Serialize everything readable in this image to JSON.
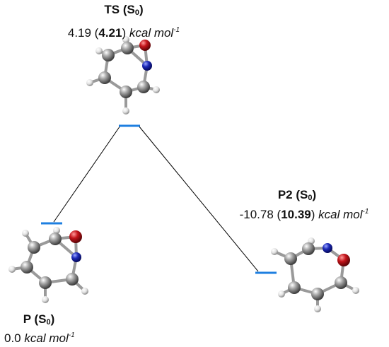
{
  "diagram": {
    "level_color": "#1e7fe0",
    "line_color": "#000000",
    "atom_colors": {
      "carbon": "#8a8a8a",
      "hydrogen": "#e8e8e8",
      "nitrogen": "#1d2bb8",
      "oxygen": "#c4141a"
    },
    "states": {
      "ts": {
        "name": "TS",
        "state": "S",
        "state_sub": "0",
        "energy": "4.21",
        "energy_prefix": "4.19 (",
        "energy_suffix": ")",
        "unit": "kcal mol",
        "unit_exp": "-1"
      },
      "p": {
        "name": "P",
        "state": "S",
        "state_sub": "0",
        "energy": "0.0",
        "unit": "kcal mol",
        "unit_exp": "-1"
      },
      "p2": {
        "name": "P2",
        "state": "S",
        "state_sub": "0",
        "energy": "10.39",
        "energy_prefix": "-10.78 (",
        "energy_suffix": ")",
        "unit": "kcal mol",
        "unit_exp": "-1"
      }
    }
  }
}
